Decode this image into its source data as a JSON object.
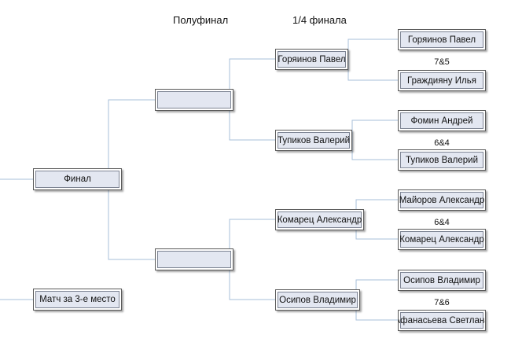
{
  "headers": {
    "semifinal": "Полуфинал",
    "quarterfinal": "1/4 финала"
  },
  "final": {
    "label": "Финал"
  },
  "third_place": {
    "label": "Матч за 3-е место"
  },
  "semifinals": [
    {
      "winner": ""
    },
    {
      "winner": ""
    }
  ],
  "quarterfinals": [
    {
      "winner": "Горяинов Павел",
      "player1": "Горяинов Павел",
      "player2": "Граждияну Илья",
      "score": "7&5"
    },
    {
      "winner": "Тупиков Валерий",
      "player1": "Фомин Андрей",
      "player2": "Тупиков Валерий",
      "score": "6&4"
    },
    {
      "winner": "Комарец Александр",
      "player1": "Майоров Александр",
      "player2": "Комарец Александр",
      "score": "6&4"
    },
    {
      "winner": "Осипов Владимир",
      "player1": "Осипов Владимир",
      "player2": "Афанасьева Светлана",
      "score": "7&6"
    }
  ],
  "colors": {
    "connector": "#a7bfd9",
    "box_fill": "#e3e7f1",
    "box_border": "#5a5a5a"
  }
}
